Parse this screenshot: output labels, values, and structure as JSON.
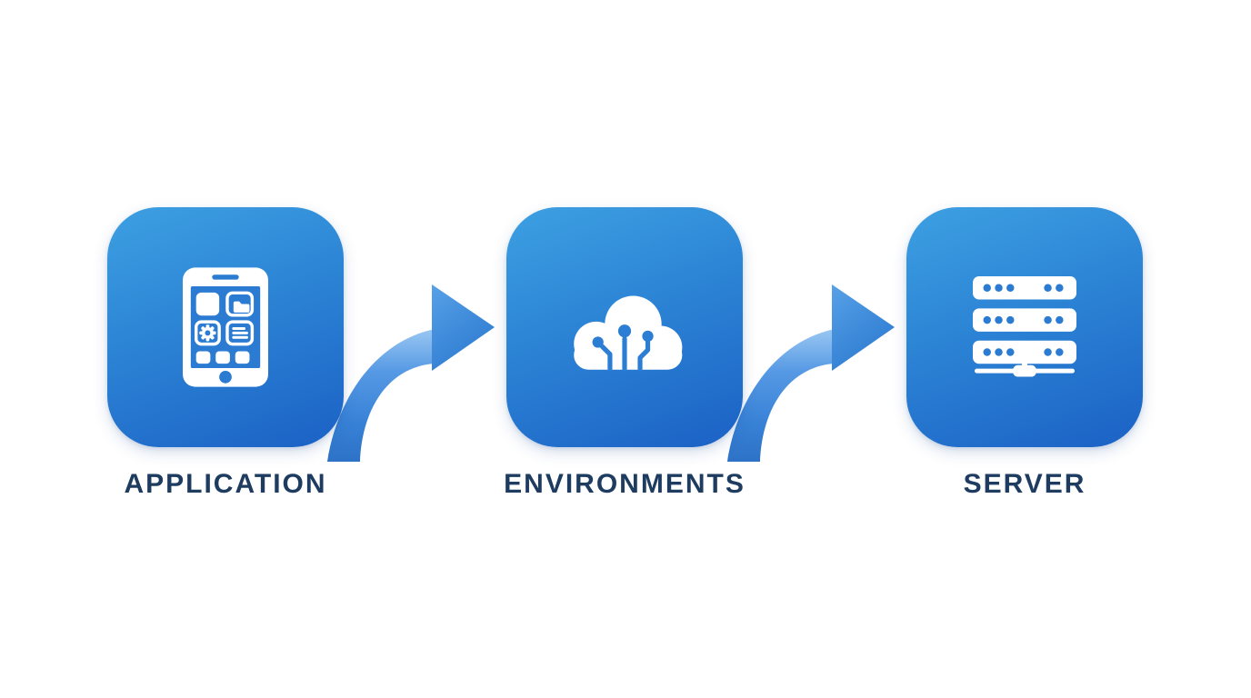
{
  "diagram": {
    "steps": [
      {
        "label": "APPLICATION",
        "icon": "smartphone-apps-icon"
      },
      {
        "label": "ENVIRONMENTS",
        "icon": "cloud-circuit-icon"
      },
      {
        "label": "SERVER",
        "icon": "server-rack-icon"
      }
    ],
    "connectors": [
      {
        "icon": "curved-arrow-right-icon",
        "direction": "right"
      },
      {
        "icon": "curved-arrow-right-icon",
        "direction": "right"
      }
    ],
    "colors": {
      "tile_gradient_start": "#3da0e2",
      "tile_gradient_mid": "#2b82d4",
      "tile_gradient_end": "#1b61c5",
      "icon_color": "#ffffff",
      "icon_detail_blue": "#2a7bd1",
      "arrow_highlight": "#8abded",
      "arrow_mid": "#3e88da",
      "arrow_dark": "#2d72c6",
      "label_color": "#1e3c60",
      "background": "#ffffff"
    }
  }
}
